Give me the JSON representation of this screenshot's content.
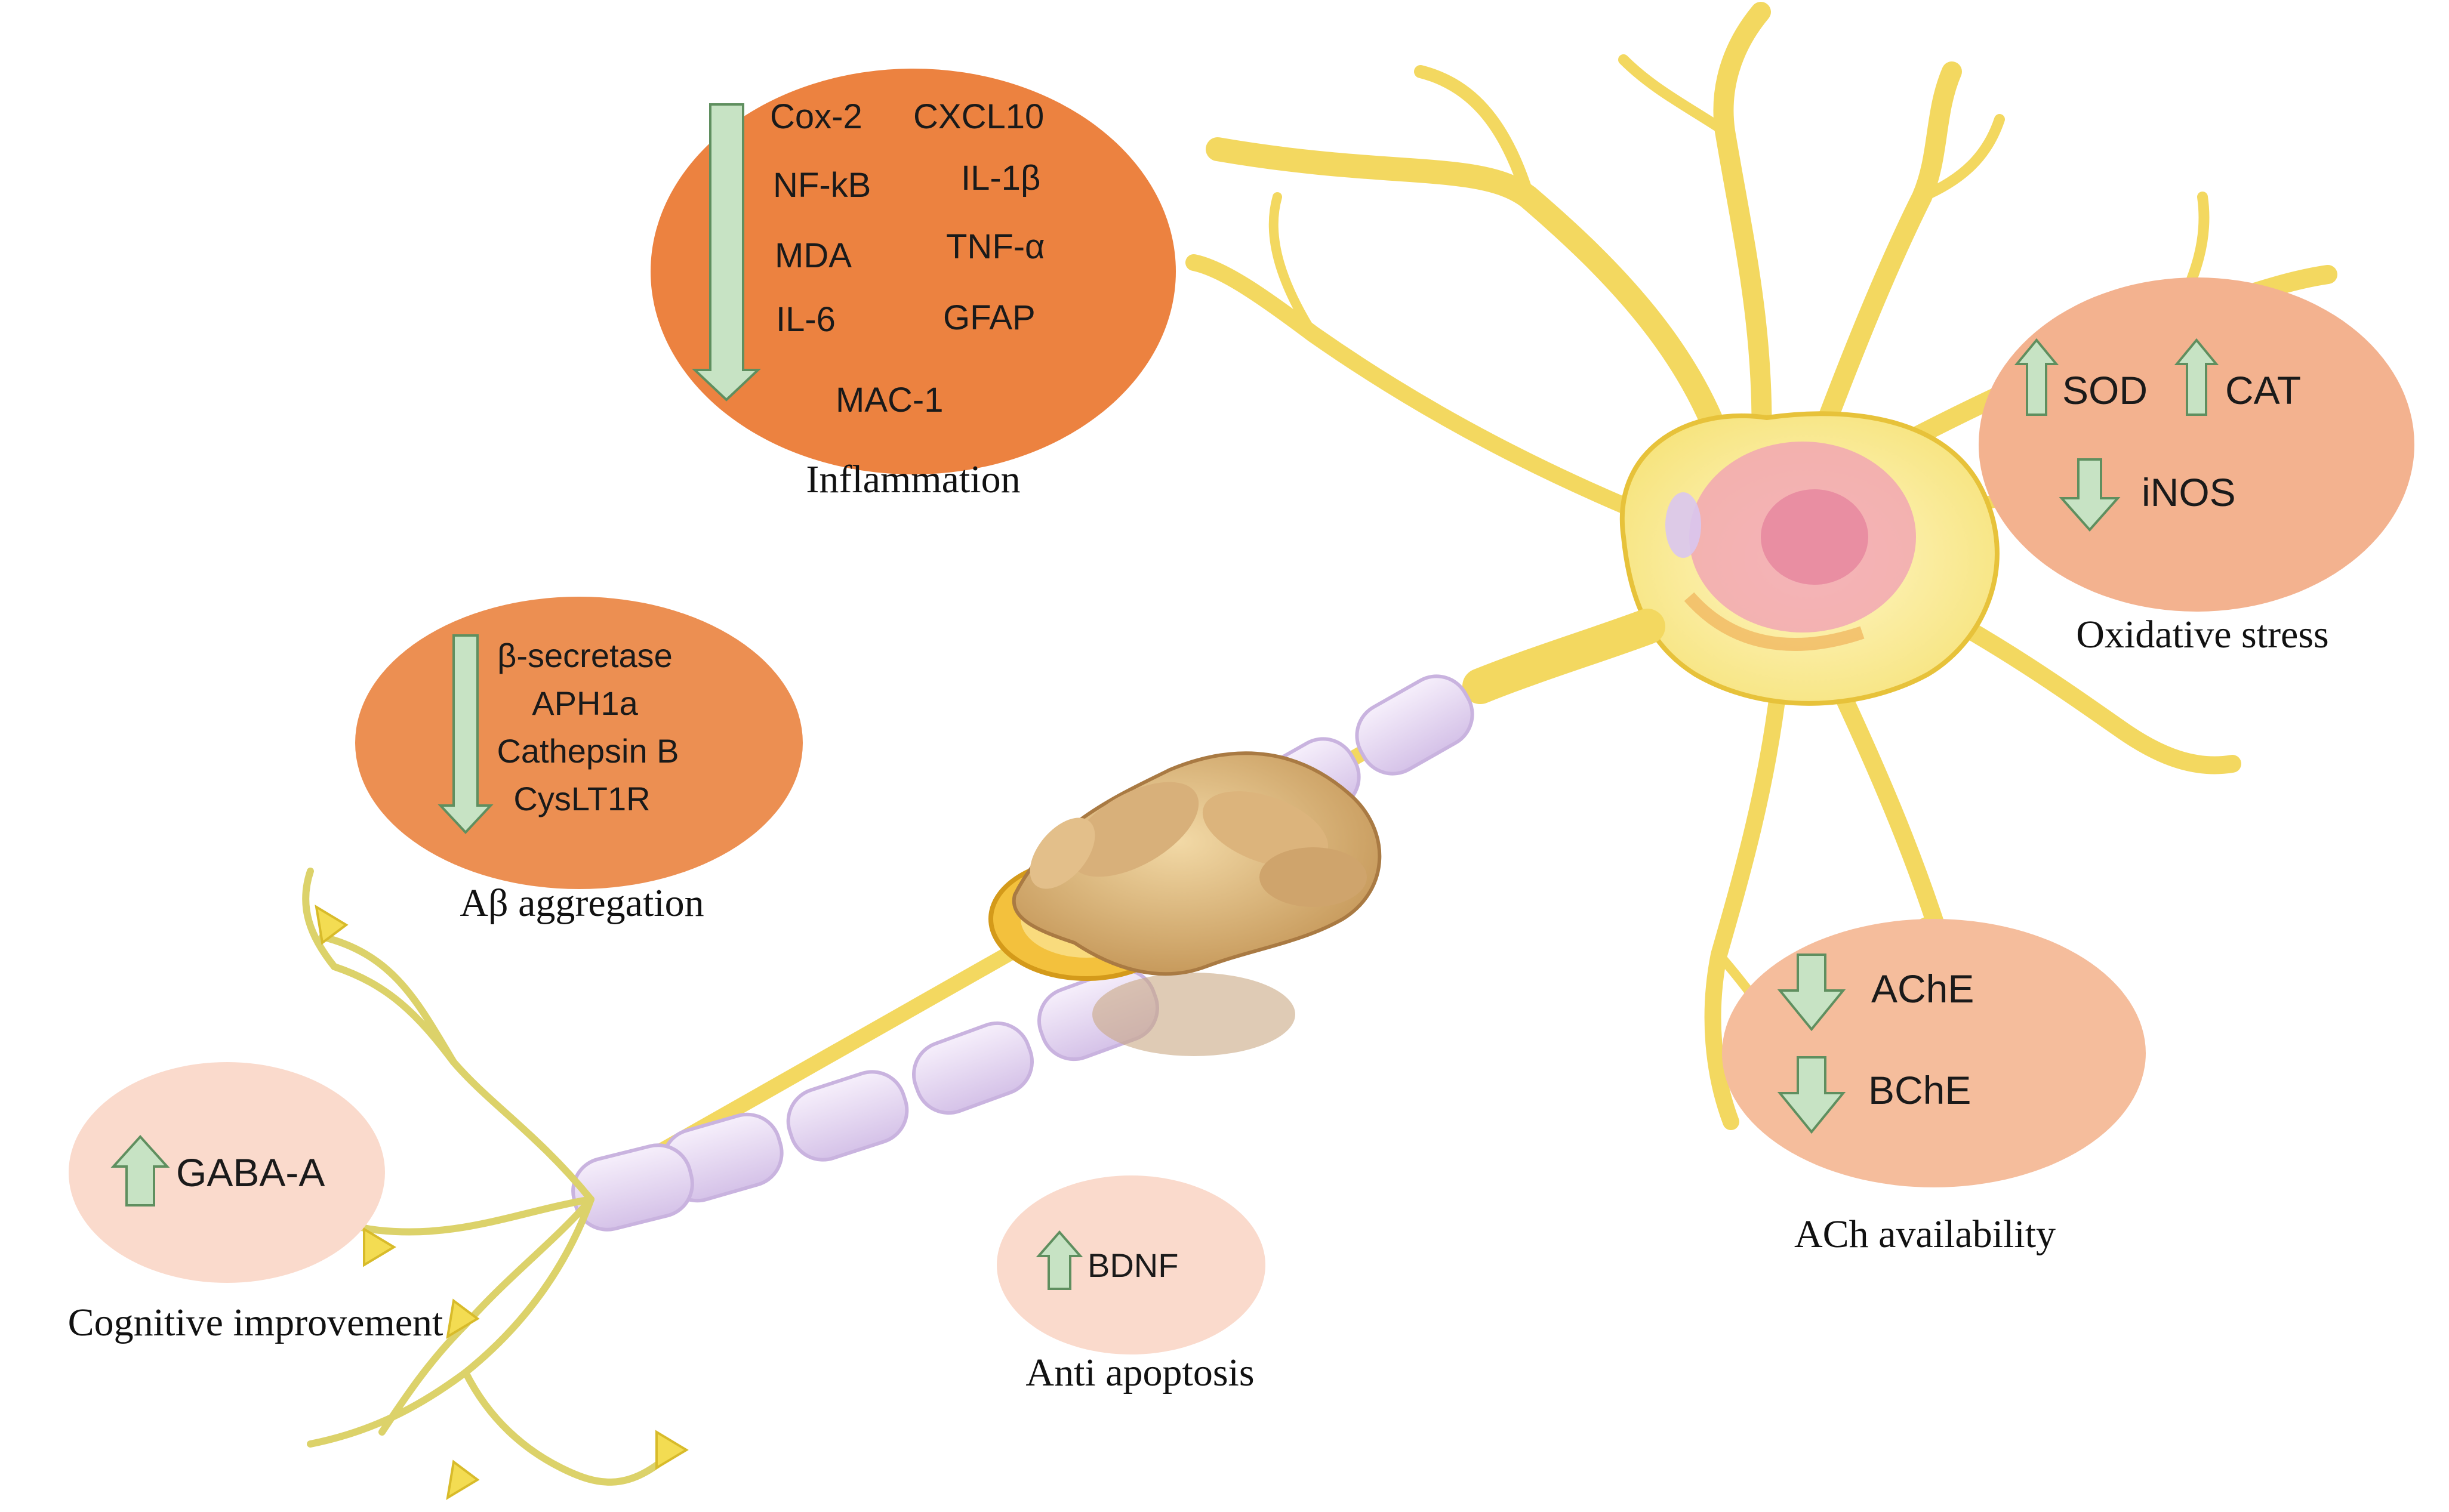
{
  "colors": {
    "inflammation_fill": "#ec8240",
    "abeta_fill": "#ec8f52",
    "oxidative_fill": "#f3b28f",
    "ach_fill": "#f5bd9c",
    "cognitive_fill": "#fadacc",
    "apoptosis_fill": "#fadacc",
    "arrow_fill": "#c7e3c4",
    "arrow_stroke": "#5f8f5f",
    "neuron_yellow": "#f6e37a",
    "neuron_edge": "#e7c23a",
    "axon_myelin": "#e4d4f0",
    "nucleus": "#f1a3b4"
  },
  "icons": {
    "down_arrow": "down-arrow-icon",
    "up_arrow": "up-arrow-icon",
    "ginger": "ginger-root-image"
  },
  "inflammation": {
    "caption": "Inflammation",
    "markers": [
      "Cox-2",
      "CXCL10",
      "NF-kB",
      "IL-1β",
      "MDA",
      "TNF-α",
      "IL-6",
      "GFAP",
      "MAC-1"
    ],
    "direction": "down"
  },
  "abeta": {
    "caption": "Aβ aggregation",
    "markers": [
      "β-secretase",
      "APH1a",
      "Cathepsin B",
      "CysLT1R"
    ],
    "direction": "down"
  },
  "oxidative": {
    "caption": "Oxidative stress",
    "up_markers": [
      "SOD",
      "CAT"
    ],
    "down_markers": [
      "iNOS"
    ]
  },
  "ach": {
    "caption": "ACh availability",
    "down_markers": [
      "AChE",
      "BChE"
    ]
  },
  "cognitive": {
    "caption": "Cognitive improvement",
    "up_markers": [
      "GABA-A"
    ]
  },
  "apoptosis": {
    "caption": "Anti apoptosis",
    "up_markers": [
      "BDNF"
    ]
  }
}
